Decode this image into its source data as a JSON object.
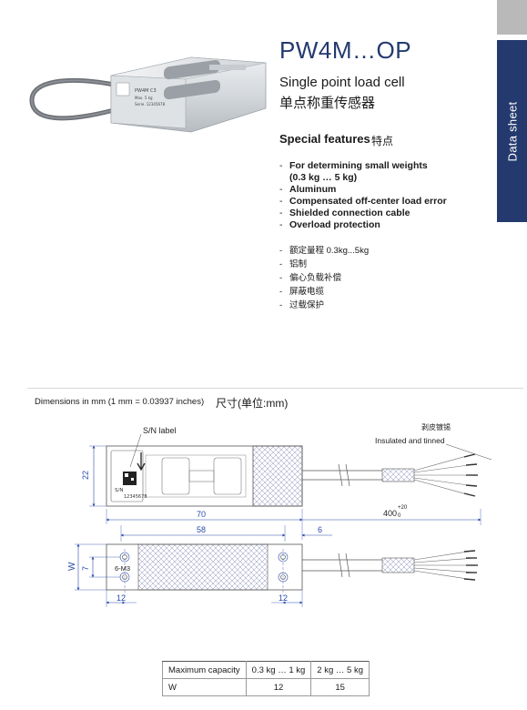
{
  "header": {
    "title": "PW4M…OP",
    "subtitle_en": "Single point load cell",
    "subtitle_zh": "单点称重传感器",
    "sidebar_tab": "Data sheet"
  },
  "features": {
    "heading_en": "Special features",
    "heading_zh": "特点",
    "items_en": [
      "For determining small weights",
      "(0.3 kg … 5 kg)",
      "Aluminum",
      "Compensated off-center load error",
      "Shielded connection cable",
      "Overload protection"
    ],
    "items_zh": [
      "额定量程 0.3kg...5kg",
      "铝制",
      "偏心负载补偿",
      "屏蔽电缆",
      "过载保护"
    ]
  },
  "product_photo": {
    "labels": [
      "PW4M C3",
      "Max. 5 kg",
      "Serie. 12345678"
    ]
  },
  "dimensions": {
    "heading_en": "Dimensions in mm (1 mm = 0.03937 inches)",
    "heading_zh": "尺寸(单位:mm)",
    "sn_label": "S/N label",
    "sn_text": "S/N",
    "sn_number": "12345678",
    "insulated_zh": "剥皮镀锡",
    "insulated_en": "Insulated and tinned",
    "dim_22": "22",
    "dim_70": "70",
    "dim_58": "58",
    "dim_6": "6",
    "cable_len": "400",
    "cable_tol_upper": "+20",
    "cable_tol_lower": "0",
    "dim_w": "W",
    "dim_7": "7",
    "thread": "6-M3",
    "dim_12_left": "12",
    "dim_12_right": "12"
  },
  "spec_table": {
    "headers": [
      "Maximum capacity",
      "0.3 kg … 1 kg",
      "2 kg … 5 kg"
    ],
    "row_w": [
      "W",
      "12",
      "15"
    ]
  },
  "colors": {
    "brand": "#243a6e",
    "dimension_blue": "#2a4aa8",
    "sidebar_gray": "#b9b9b9"
  }
}
